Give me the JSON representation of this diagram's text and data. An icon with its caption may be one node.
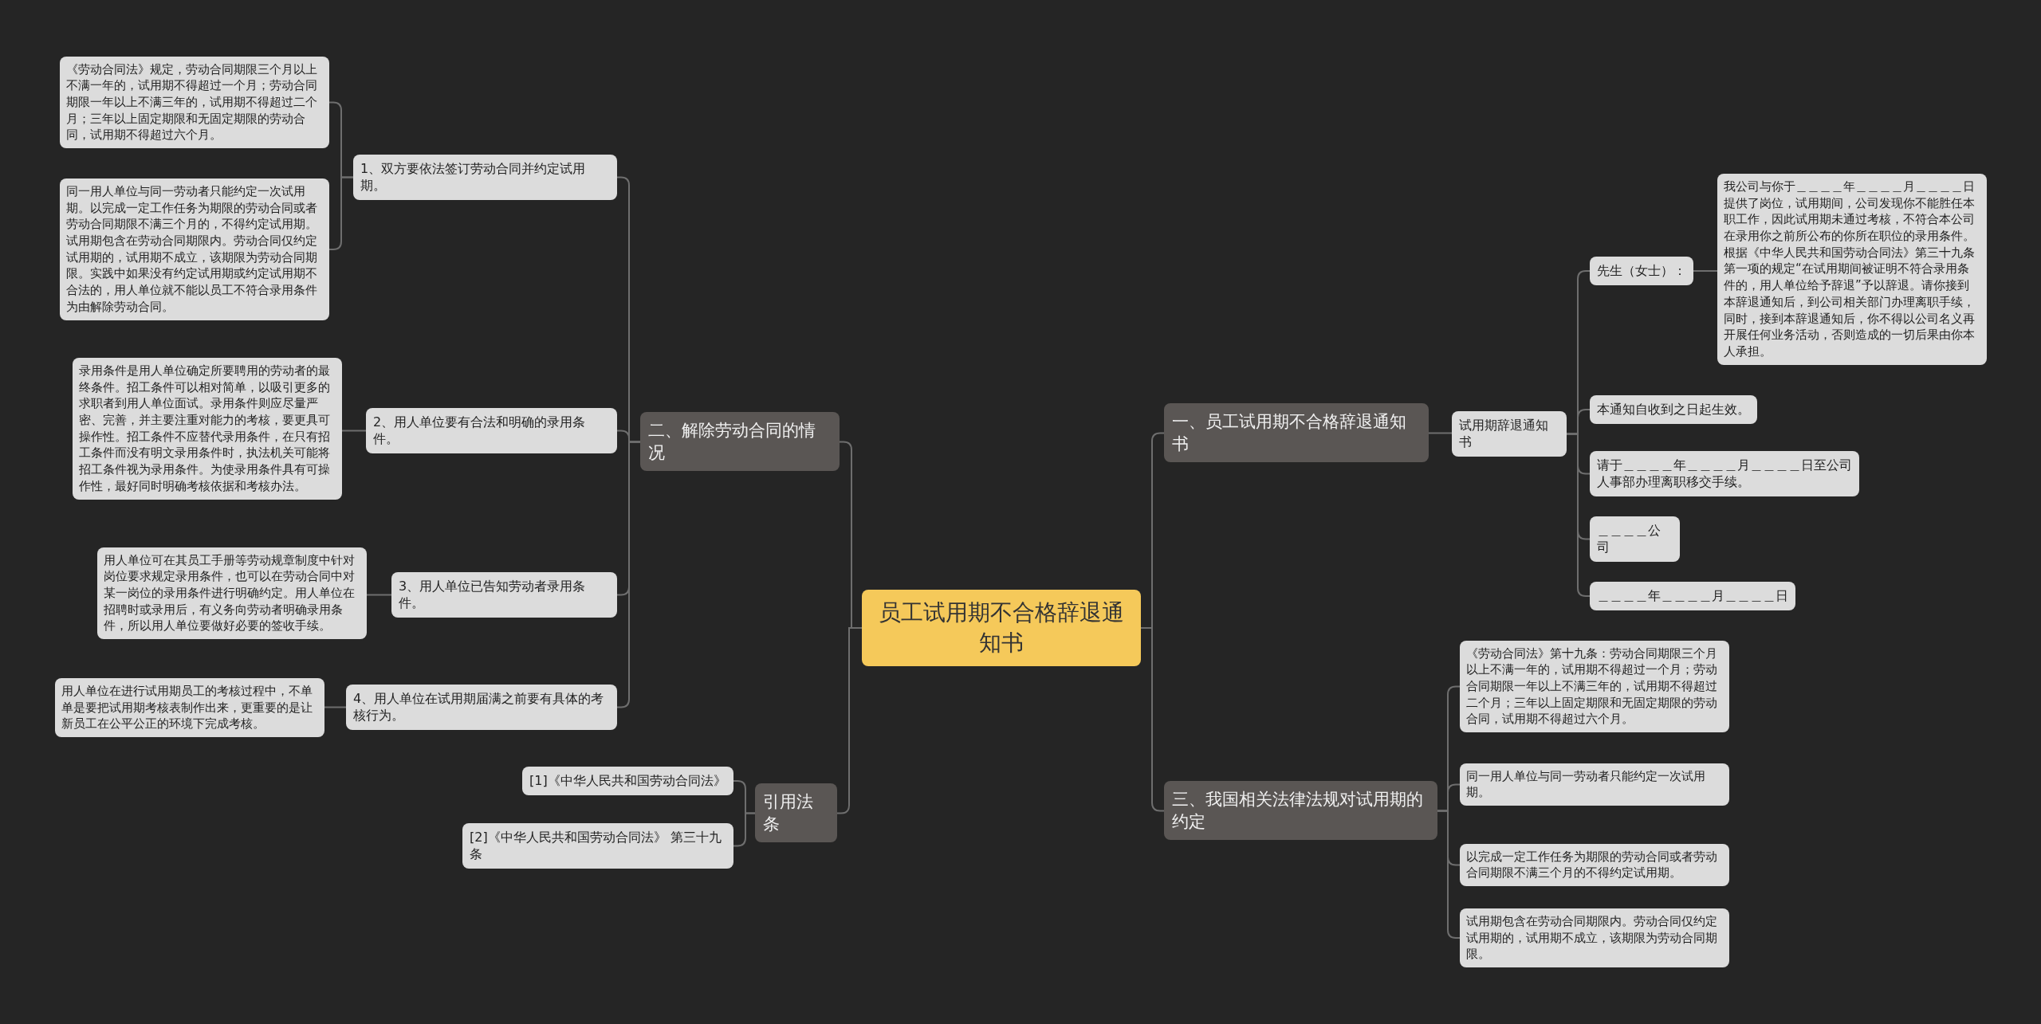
{
  "diagram": {
    "nodes": [
      {
        "text": [
          "员工试用期不合格辞退通知书"
        ]
      },
      {
        "text": [
          "一、员工试用期不合格辞退通知书"
        ]
      },
      {
        "text": [
          "试用期辞退通知书"
        ]
      },
      {
        "text": [
          "先生（女士）："
        ]
      },
      {
        "text": [
          "我公司与你于＿＿＿＿年＿＿＿＿月＿＿＿＿日提供了岗位，试用期间，公司发现你不能胜任本职工作，因此试用期未通过考核，不符合本公司在录用你之前所公布的你所在职位的录用条件。根据《中华人民共和国劳动合同法》第三十九条第一项的规定“在试用期间被证明不符合录用条件的，用人单位给予辞退”予以辞退。请你接到本辞退通知后，到公司相关部门办理离职手续，同时，接到本辞退通知后，你不得以公司名义再开展任何业务活动，否则造成的一切后果由你本人承担。"
        ]
      },
      {
        "text": [
          "本通知自收到之日起生效。"
        ]
      },
      {
        "text": [
          "请于＿＿＿＿年＿＿＿＿月＿＿＿＿日至公司人事部办理离职移交手续。"
        ]
      },
      {
        "text": [
          "＿＿＿＿公司"
        ]
      },
      {
        "text": [
          "＿＿＿＿年＿＿＿＿月＿＿＿＿日"
        ]
      },
      {
        "text": [
          "三、我国相关法律法规对试用期的约定"
        ]
      },
      {
        "text": [
          "《劳动合同法》第十九条：劳动合同期限三个月以上不满一年的，试用期不得超过一个月；劳动合同期限一年以上不满三年的，试用期不得超过二个月；三年以上固定期限和无固定期限的劳动合同，试用期不得超过六个月。"
        ]
      },
      {
        "text": [
          "同一用人单位与同一劳动者只能约定一次试用期。"
        ]
      },
      {
        "text": [
          "以完成一定工作任务为期限的劳动合同或者劳动合同期限不满三个月的不得约定试用期。"
        ]
      },
      {
        "text": [
          "试用期包含在劳动合同期限内。劳动合同仅约定试用期的，试用期不成立，该期限为劳动合同期限。"
        ]
      },
      {
        "text": [
          "二、解除劳动合同的情况"
        ]
      },
      {
        "text": [
          "1、双方要依法签订劳动合同并约定试用期。"
        ]
      },
      {
        "text": [
          "《劳动合同法》规定，劳动合同期限三个月以上不满一年的，试用期不得超过一个月；劳动合同期限一年以上不满三年的，试用期不得超过二个月；三年以上固定期限和无固定期限的劳动合同，试用期不得超过六个月。"
        ]
      },
      {
        "text": [
          "同一用人单位与同一劳动者只能约定一次试用期。以完成一定工作任务为期限的劳动合同或者劳动合同期限不满三个月的，不得约定试用期。试用期包含在劳动合同期限内。劳动合同仅约定试用期的，试用期不成立，该期限为劳动合同期限。实践中如果没有约定试用期或约定试用期不合法的，用人单位就不能以员工不符合录用条件为由解除劳动合同。"
        ]
      },
      {
        "text": [
          "2、用人单位要有合法和明确的录用条件。"
        ]
      },
      {
        "text": [
          "录用条件是用人单位确定所要聘用的劳动者的最终条件。招工条件可以相对简单，以吸引更多的求职者到用人单位面试。录用条件则应尽量严密、完善，并主要注重对能力的考核，要更具可操作性。招工条件不应替代录用条件，在只有招工条件而没有明文录用条件时，执法机关可能将招工条件视为录用条件。为使录用条件具有可操作性，最好同时明确考核依据和考核办法。"
        ]
      },
      {
        "text": [
          "3、用人单位已告知劳动者录用条件。"
        ]
      },
      {
        "text": [
          "用人单位可在其员工手册等劳动规章制度中针对岗位要求规定录用条件，也可以在劳动合同中对某一岗位的录用条件进行明确约定。用人单位在招聘时或录用后，有义务向劳动者明确录用条件，所以用人单位要做好必要的签收手续。"
        ]
      },
      {
        "text": [
          "4、用人单位在试用期届满之前要有具体的考核行为。"
        ]
      },
      {
        "text": [
          "用人单位在进行试用期员工的考核过程中，不单单是要把试用期考核表制作出来，更重要的是让新员工在公平公正的环境下完成考核。"
        ]
      },
      {
        "text": [
          "引用法条"
        ]
      },
      {
        "text": [
          "[1]《中华人民共和国劳动合同法》"
        ]
      },
      {
        "text": [
          "[2]《中华人民共和国劳动合同法》 第三十九条"
        ]
      }
    ],
    "edges": [
      {
        "from": 0,
        "to": 1,
        "arrow": "none"
      },
      {
        "from": 1,
        "to": 2,
        "arrow": "none"
      },
      {
        "from": 2,
        "to": 3,
        "arrow": "none"
      },
      {
        "from": 3,
        "to": 4,
        "arrow": "none"
      },
      {
        "from": 2,
        "to": 5,
        "arrow": "none"
      },
      {
        "from": 2,
        "to": 6,
        "arrow": "none"
      },
      {
        "from": 2,
        "to": 7,
        "arrow": "none"
      },
      {
        "from": 2,
        "to": 8,
        "arrow": "none"
      },
      {
        "from": 0,
        "to": 9,
        "arrow": "none"
      },
      {
        "from": 9,
        "to": 10,
        "arrow": "none"
      },
      {
        "from": 9,
        "to": 11,
        "arrow": "none"
      },
      {
        "from": 9,
        "to": 12,
        "arrow": "none"
      },
      {
        "from": 9,
        "to": 13,
        "arrow": "none"
      },
      {
        "from": 0,
        "to": 14,
        "arrow": "none"
      },
      {
        "from": 14,
        "to": 15,
        "arrow": "none"
      },
      {
        "from": 15,
        "to": 16,
        "arrow": "none"
      },
      {
        "from": 15,
        "to": 17,
        "arrow": "none"
      },
      {
        "from": 14,
        "to": 18,
        "arrow": "none"
      },
      {
        "from": 18,
        "to": 19,
        "arrow": "none"
      },
      {
        "from": 14,
        "to": 20,
        "arrow": "none"
      },
      {
        "from": 20,
        "to": 21,
        "arrow": "none"
      },
      {
        "from": 14,
        "to": 22,
        "arrow": "none"
      },
      {
        "from": 22,
        "to": 23,
        "arrow": "none"
      },
      {
        "from": 0,
        "to": 24,
        "arrow": "none"
      },
      {
        "from": 24,
        "to": 25,
        "arrow": "none"
      },
      {
        "from": 24,
        "to": 26,
        "arrow": "none"
      }
    ]
  }
}
